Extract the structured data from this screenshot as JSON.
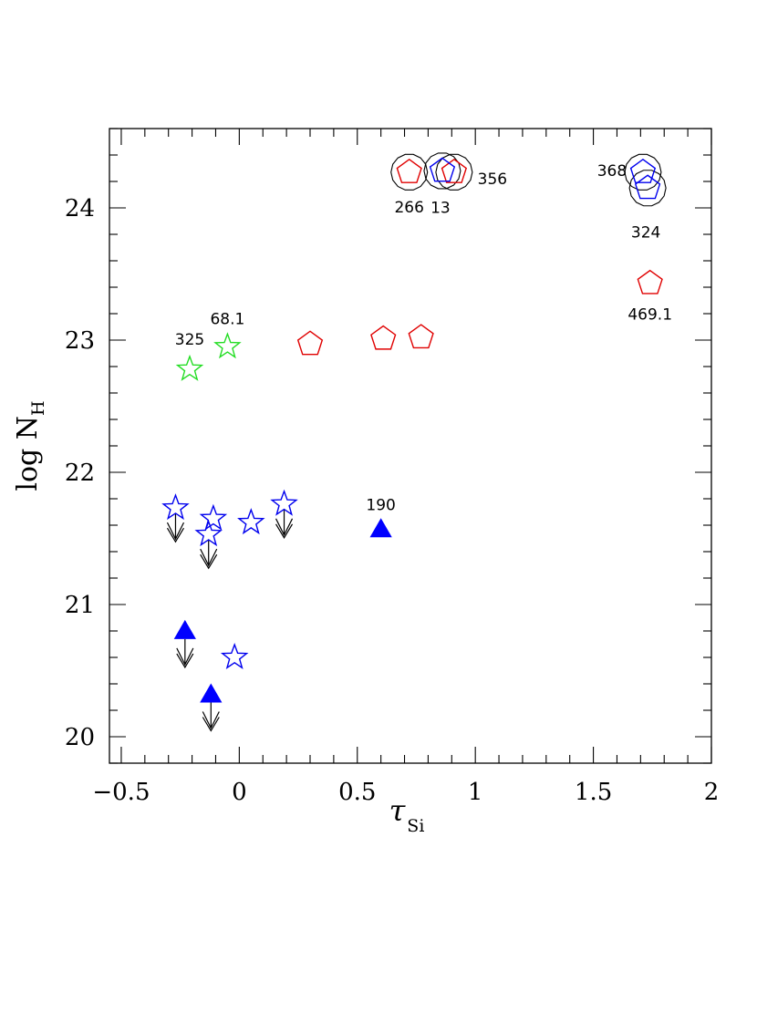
{
  "chart_data": {
    "type": "scatter",
    "xlabel": {
      "main": "τ",
      "sub": "Si"
    },
    "ylabel": {
      "main": "log N",
      "sub": "H"
    },
    "xlim": [
      -0.55,
      2.0
    ],
    "ylim": [
      19.8,
      24.6
    ],
    "x_ticks": [
      "−0.5",
      "0",
      "0.5",
      "1",
      "1.5",
      "2"
    ],
    "x_tick_values": [
      -0.5,
      0,
      0.5,
      1,
      1.5,
      2
    ],
    "y_ticks": [
      "20",
      "21",
      "22",
      "23",
      "24"
    ],
    "y_tick_values": [
      20,
      21,
      22,
      23,
      24
    ],
    "grid": false,
    "colors": {
      "red": "#e00000",
      "blue": "#0000ee",
      "blue_filled": "#0000ff",
      "green": "#22dd22",
      "black": "#000000"
    },
    "series": [
      {
        "marker": "pentagon-open",
        "color": "red",
        "points": [
          {
            "x": 0.3,
            "y": 22.97
          },
          {
            "x": 0.61,
            "y": 23.01
          },
          {
            "x": 0.77,
            "y": 23.02
          },
          {
            "x": 1.74,
            "y": 23.43,
            "label": "469.1"
          },
          {
            "x": 0.72,
            "y": 24.27,
            "label": "266",
            "circled": true
          },
          {
            "x": 0.91,
            "y": 24.27,
            "label": "356",
            "circled": true
          }
        ]
      },
      {
        "marker": "pentagon-open",
        "color": "blue",
        "points": [
          {
            "x": 0.86,
            "y": 24.28,
            "label": "13",
            "circled": true
          },
          {
            "x": 1.71,
            "y": 24.27,
            "label": "368",
            "circled": true
          },
          {
            "x": 1.73,
            "y": 24.15,
            "label": "324",
            "circled": true
          }
        ]
      },
      {
        "marker": "star-open",
        "color": "green",
        "points": [
          {
            "x": -0.21,
            "y": 22.78,
            "label": "325"
          },
          {
            "x": -0.05,
            "y": 22.95,
            "label": "68.1"
          }
        ]
      },
      {
        "marker": "star-open",
        "color": "blue",
        "points": [
          {
            "x": -0.27,
            "y": 21.73,
            "upper_limit": true
          },
          {
            "x": -0.13,
            "y": 21.53,
            "upper_limit": true
          },
          {
            "x": -0.11,
            "y": 21.65
          },
          {
            "x": 0.05,
            "y": 21.62
          },
          {
            "x": 0.19,
            "y": 21.76,
            "upper_limit": true
          },
          {
            "x": -0.02,
            "y": 20.6
          }
        ]
      },
      {
        "marker": "triangle-filled",
        "color": "blue_filled",
        "points": [
          {
            "x": 0.6,
            "y": 21.55,
            "label": "190"
          },
          {
            "x": -0.23,
            "y": 20.78,
            "upper_limit": true
          },
          {
            "x": -0.12,
            "y": 20.3,
            "upper_limit": true
          }
        ]
      }
    ]
  }
}
